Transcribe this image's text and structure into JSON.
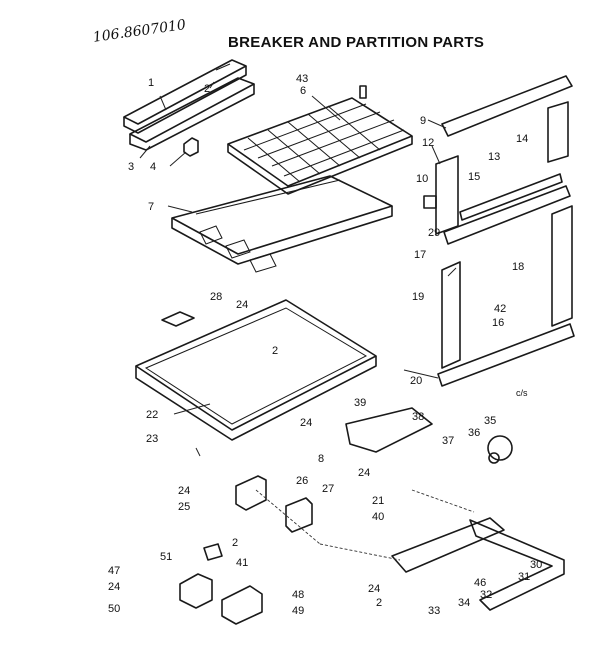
{
  "header": {
    "model_number": "106.8607010",
    "title": "BREAKER AND PARTITION PARTS"
  },
  "footnote": "c/s",
  "callouts": [
    "1",
    "2",
    "3",
    "4",
    "6",
    "43",
    "7",
    "9",
    "12",
    "14",
    "13",
    "10",
    "15",
    "29",
    "17",
    "18",
    "19",
    "42",
    "16",
    "20",
    "28",
    "24",
    "2",
    "22",
    "23",
    "39",
    "38",
    "24",
    "37",
    "35",
    "36",
    "8",
    "24",
    "21",
    "40",
    "24",
    "25",
    "26",
    "27",
    "2",
    "41",
    "51",
    "47",
    "24",
    "50",
    "48",
    "49",
    "24",
    "2",
    "30",
    "31",
    "46",
    "32",
    "33",
    "34"
  ]
}
